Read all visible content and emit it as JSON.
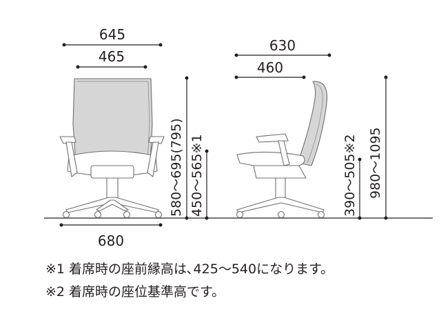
{
  "dimensions": {
    "front_overall_width": "645",
    "front_back_width": "465",
    "front_base_width": "680",
    "front_seat_height": "580～695(795)",
    "front_armrest_height": "450～565※1",
    "side_overall_depth": "630",
    "side_seat_depth": "460",
    "side_seat_height": "390～505※2",
    "side_overall_height": "980～1095"
  },
  "notes": [
    "※1 着席時の座前縁高は､425～540になります。",
    "※2 着席時の座位基準高です。"
  ],
  "colors": {
    "line": "#231f20",
    "chair_outline": "#6f6f6f",
    "chair_mesh": "#d6d6d6"
  }
}
